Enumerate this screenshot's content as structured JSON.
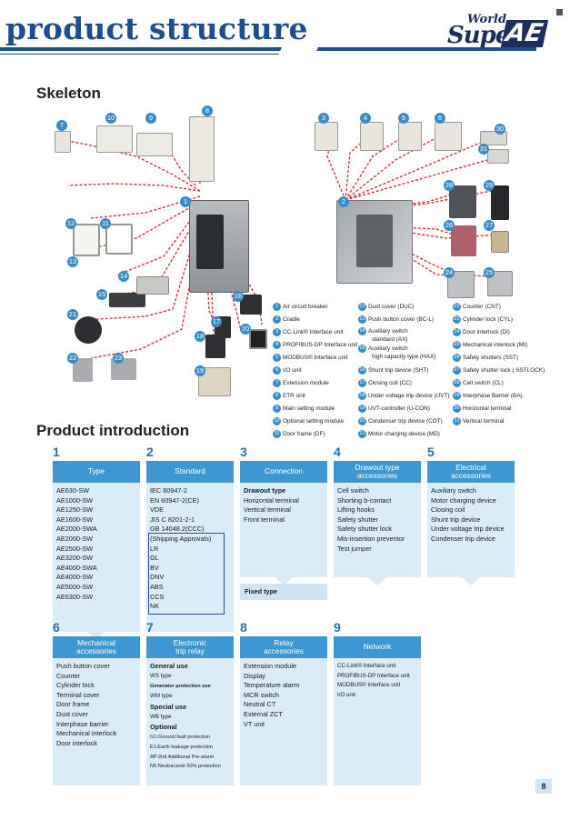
{
  "header": {
    "title": "product structure",
    "logo_world": "World",
    "logo_super": "Super",
    "logo_ae": "AE"
  },
  "skeleton": {
    "heading": "Skeleton",
    "legend": [
      {
        "n": "1",
        "text": "Air circuit breaker"
      },
      {
        "n": "2",
        "text": "Cradle"
      },
      {
        "n": "3",
        "text": "CC-Link® Interface unit"
      },
      {
        "n": "4",
        "text": "PROFIBUS-DP Interface unit"
      },
      {
        "n": "5",
        "text": "MODBUS® Interface unit"
      },
      {
        "n": "6",
        "text": "I/O unit"
      },
      {
        "n": "7",
        "text": "Extension module"
      },
      {
        "n": "8",
        "text": "ETR unit"
      },
      {
        "n": "9",
        "text": "Main setting module"
      },
      {
        "n": "10",
        "text": "Optional setting module"
      },
      {
        "n": "11",
        "text": "Door frame (DF)"
      },
      {
        "n": "12",
        "text": "Dust cover (DUC)"
      },
      {
        "n": "13",
        "text": "Push button cover (BC-L)"
      },
      {
        "n": "14",
        "text": "Auxiliary switch",
        "text2": "standard (AX)"
      },
      {
        "n": "15",
        "text": "Auxiliary switch",
        "text2": "high capacity type (HAX)"
      },
      {
        "n": "16",
        "text": "Shunt trip device (SHT)"
      },
      {
        "n": "17",
        "text": "Closing coil (CC)"
      },
      {
        "n": "18",
        "text": "Under voltage trip device (UVT)"
      },
      {
        "n": "19",
        "text": "UVT-controller (U-CON)"
      },
      {
        "n": "20",
        "text": "Condenser trip device (COT)"
      },
      {
        "n": "21",
        "text": "Motor charging device (MD)"
      },
      {
        "n": "22",
        "text": "Counter (CNT)"
      },
      {
        "n": "23",
        "text": "Cylinder lock (CYL)"
      },
      {
        "n": "24",
        "text": "Door interlock (DI)"
      },
      {
        "n": "25",
        "text": "Mechanical interlock (MI)"
      },
      {
        "n": "26",
        "text": "Safety shutters (SST)"
      },
      {
        "n": "27",
        "text": "Safety shutter lock ( SSTLOCK)"
      },
      {
        "n": "28",
        "text": "Cell switch (CL)"
      },
      {
        "n": "29",
        "text": "Interphase Barrier (BA)"
      },
      {
        "n": "30",
        "text": "Horizontal terminal"
      },
      {
        "n": "31",
        "text": "Vertical terminal"
      }
    ],
    "badges": [
      "1",
      "2",
      "3",
      "4",
      "5",
      "6",
      "7",
      "8",
      "9",
      "10",
      "11",
      "12",
      "13",
      "14",
      "15",
      "16",
      "17",
      "18",
      "19",
      "20",
      "21",
      "22",
      "23",
      "24",
      "25",
      "26",
      "27",
      "28",
      "29",
      "30",
      "31"
    ]
  },
  "intro": {
    "heading": "Product introduction",
    "columns": [
      {
        "num": "1",
        "head": "Type",
        "rows": [
          "AE630-SW",
          "AE1000-SW",
          "AE1250-SW",
          "AE1600-SW",
          "AE2000-SWA",
          "AE2000-SW",
          "AE2500-SW",
          "AE3200-SW",
          "AE4000-SWA",
          "AE4000-SW",
          "AE5000-SW",
          "AE6300-SW"
        ]
      },
      {
        "num": "2",
        "head": "Standard",
        "rows": [
          "IEC 60947-2",
          "EN 60947-2(CE)",
          "VDE",
          "JIS C 8201-2-1",
          "GB 14048.2(CCC)",
          "(Shipping Approvals)",
          "LR",
          "GL",
          "BV",
          "DNV",
          "ABS",
          "CCS",
          "NK"
        ]
      },
      {
        "num": "3",
        "head": "Connection",
        "rows": [
          "Drawout type",
          "Horizontal terminal",
          "Vertical terminal",
          "Front terminal"
        ],
        "fixed": "Fixed type"
      },
      {
        "num": "4",
        "head": "Drawout type",
        "head2": "accessories",
        "rows": [
          "Cell switch",
          "Shorting b-contact",
          "Lifting hooks",
          "Safety shutter",
          "Safety shutter lock",
          "Mis-insertion preventor",
          "Test jumper"
        ]
      },
      {
        "num": "5",
        "head": "Electrical",
        "head2": "accessories",
        "rows": [
          "Auxiliary switch",
          "Motor charging device",
          "Closing coil",
          "Shunt trip device",
          "Under voltage trip device",
          "Condenser trip device"
        ]
      },
      {
        "num": "6",
        "head": "Mechanical",
        "head2": "accessories",
        "rows": [
          "Push button cover",
          "Counter",
          "Cylinder lock",
          "Terminal cover",
          "Door frame",
          "Dust cover",
          "Interphase barrier",
          "Mechanical interlock",
          "Door interlock"
        ]
      },
      {
        "num": "7",
        "head": "Electronic",
        "head2": "trip relay",
        "rows": [
          "General use",
          "WS type",
          "Generator protection use",
          "WM type",
          "Special use",
          "WB type",
          "Optional",
          "G1:Ground fault protection",
          "E1:Earth leakage protection",
          "AP:2nd Additional Pre-alarm",
          "N5:Neutral pole 50% protection"
        ]
      },
      {
        "num": "8",
        "head": "Relay",
        "head2": "accessories",
        "rows": [
          "Extension module",
          "Display",
          "Temperature alarm",
          "MCR switch",
          "Neutral CT",
          "External ZCT",
          "VT unit"
        ]
      },
      {
        "num": "9",
        "head": "Network",
        "rows": [
          "CC-Link® Interface unit",
          "PROFIBUS-DP Interface unit",
          "MODBUS® Interface unit",
          "I/O unit"
        ]
      }
    ]
  },
  "page_number": "8",
  "colors": {
    "brand_blue": "#1e4e8c",
    "header_blue": "#3d97d3",
    "body_blue": "#daecf8",
    "dash_red": "#d9252a",
    "badge_blue": "#3b8cc6"
  }
}
